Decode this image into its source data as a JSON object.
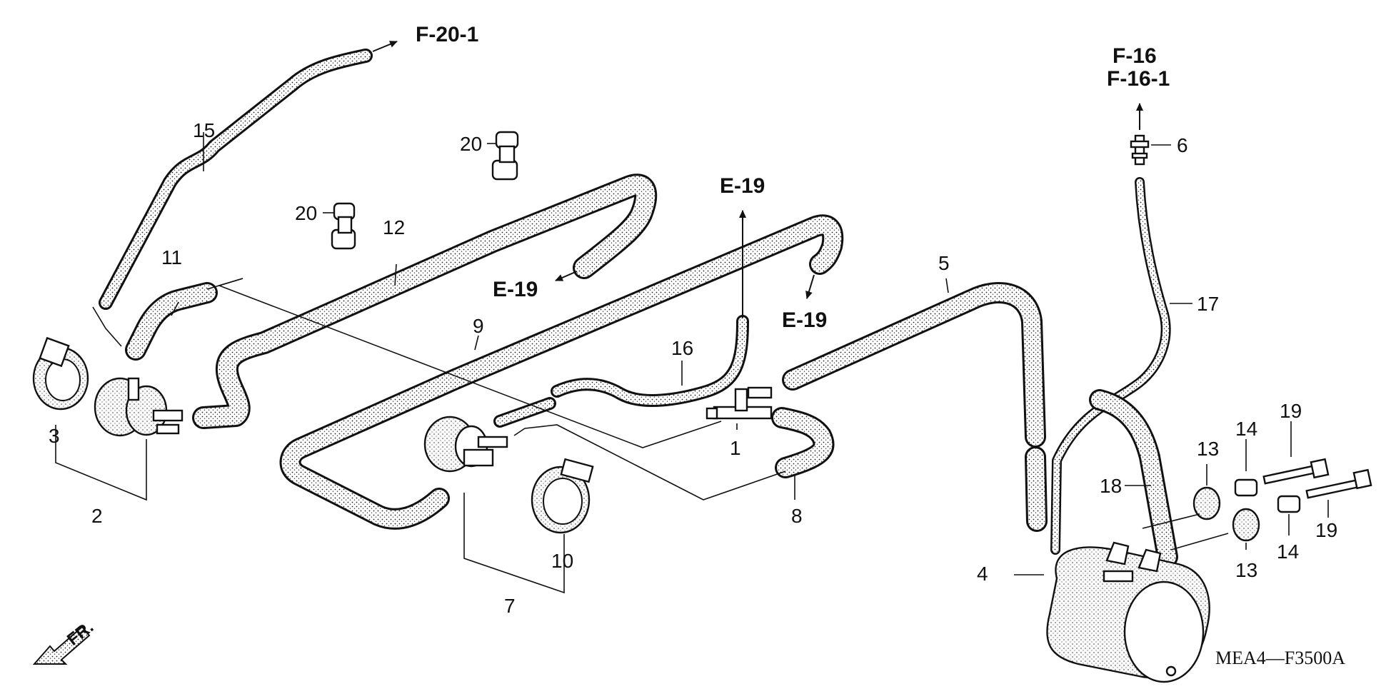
{
  "diagram_code": "MEA4—F3500A",
  "front_label": "FR.",
  "references": {
    "f_20_1": "F-20-1",
    "f_16": "F-16",
    "f_16_1": "F-16-1",
    "e_19_top": "E-19",
    "e_19_left": "E-19",
    "e_19_right": "E-19"
  },
  "part_numbers": {
    "p1": "1",
    "p2": "2",
    "p3": "3",
    "p4": "4",
    "p5": "5",
    "p6": "6",
    "p7": "7",
    "p8": "8",
    "p9": "9",
    "p10": "10",
    "p11": "11",
    "p12": "12",
    "p13a": "13",
    "p13b": "13",
    "p14a": "14",
    "p14b": "14",
    "p15": "15",
    "p16": "16",
    "p17": "17",
    "p18": "18",
    "p19a": "19",
    "p19b": "19",
    "p20a": "20",
    "p20b": "20"
  }
}
